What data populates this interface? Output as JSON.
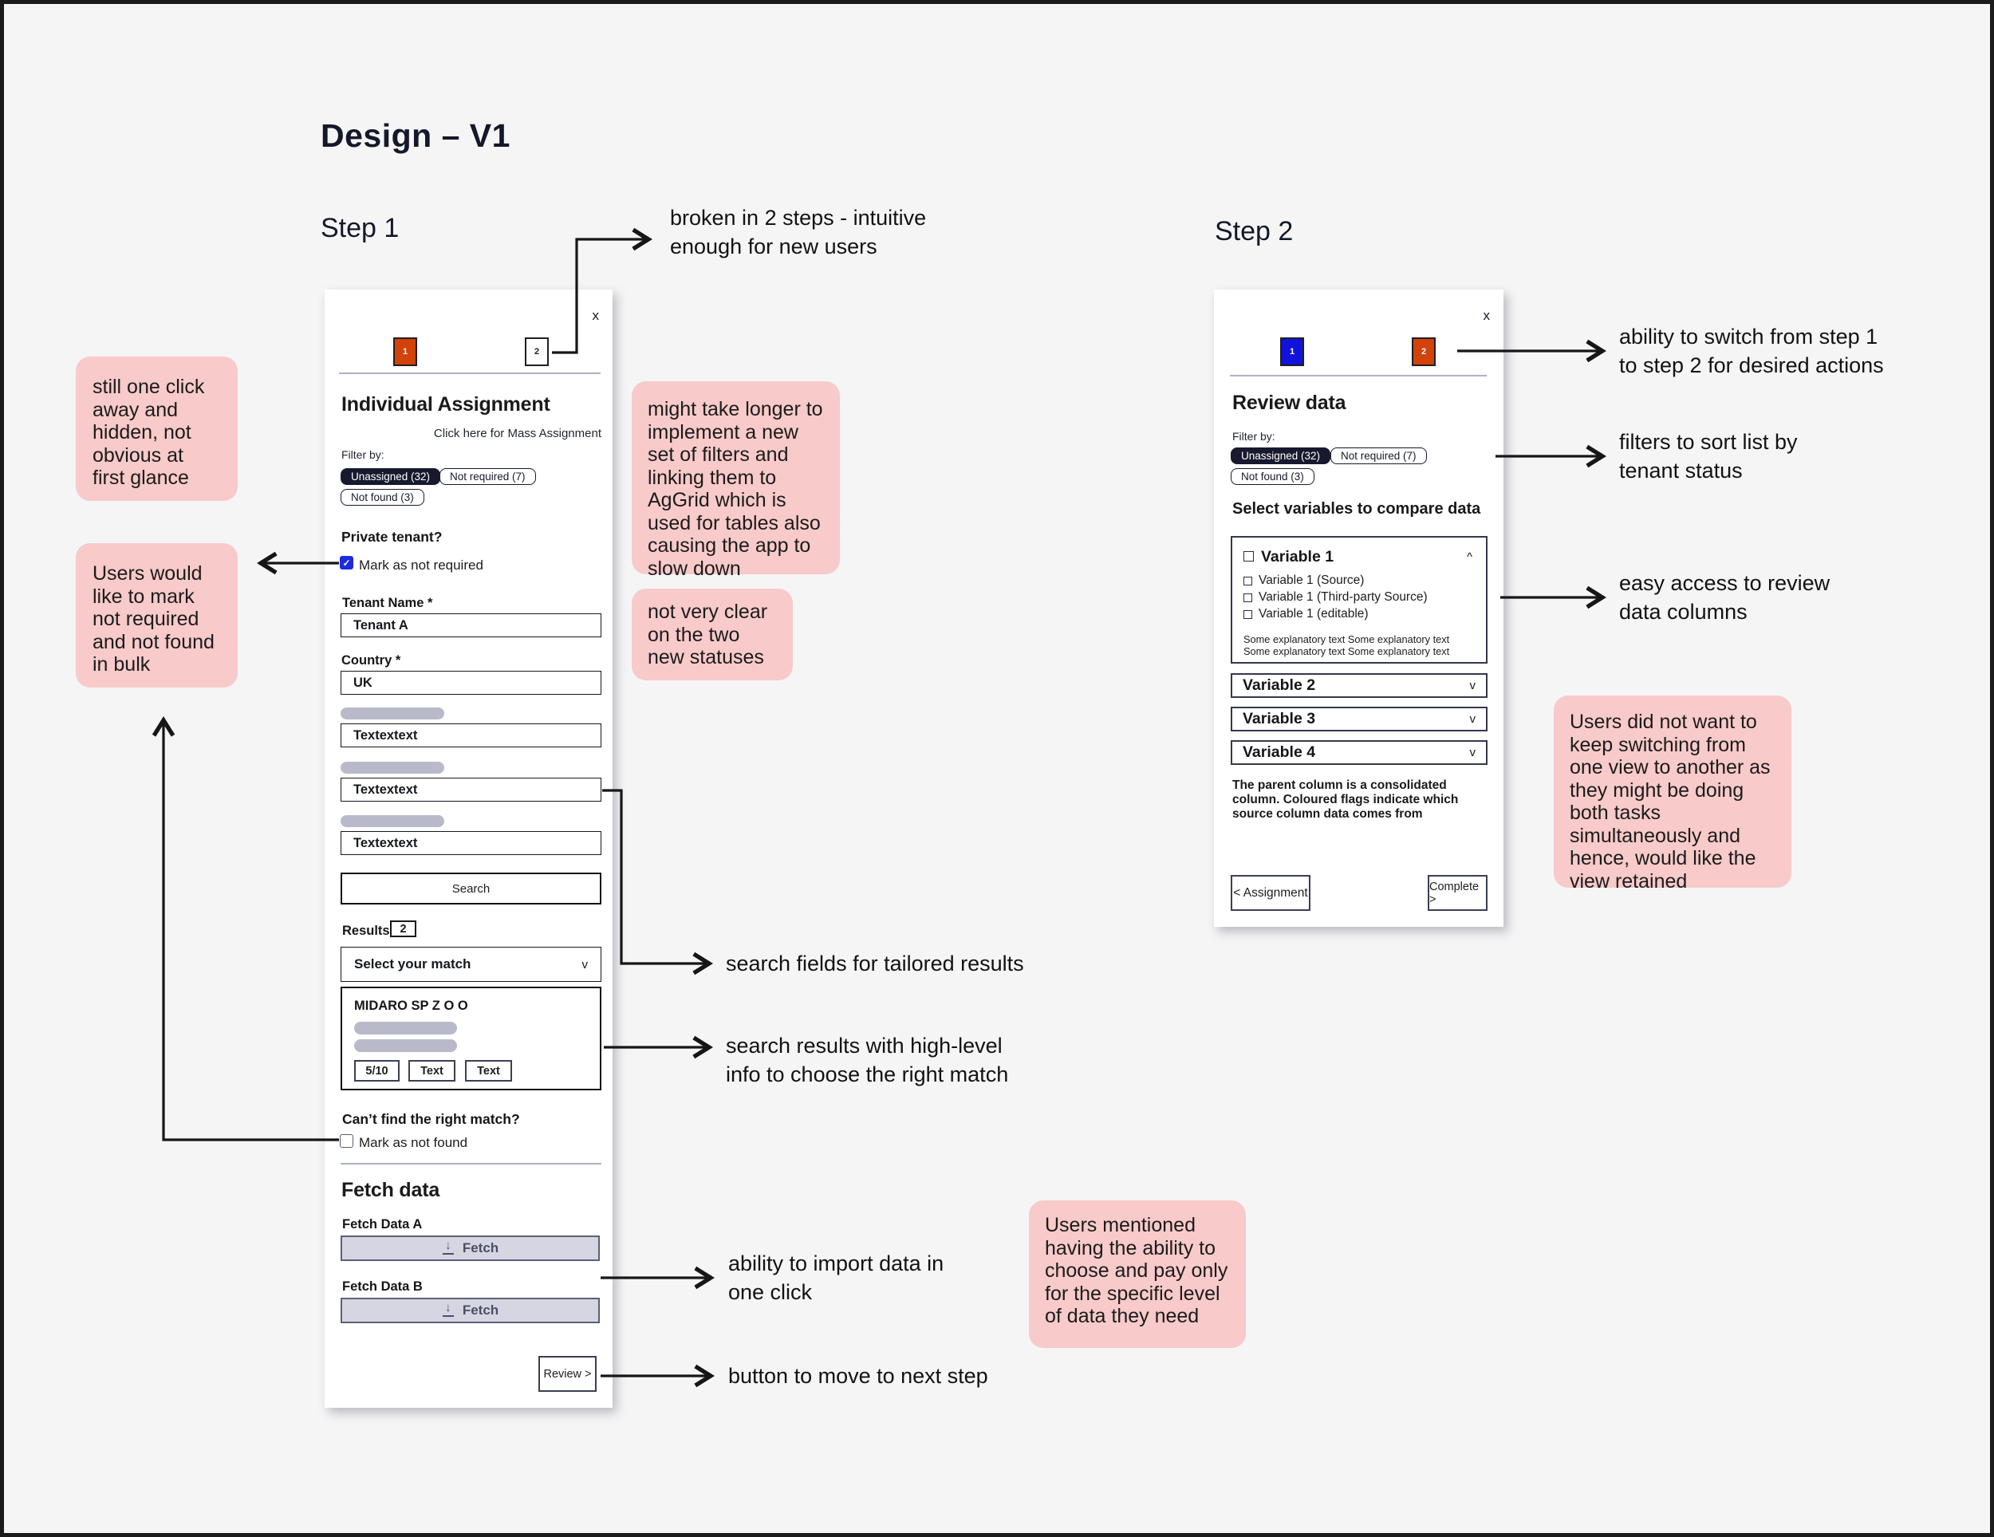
{
  "page": {
    "title": "Design – V1"
  },
  "icons": {
    "close": "x",
    "check": "✓",
    "chevron_down": "v",
    "chevron_up": "^",
    "download_arrow": "↓"
  },
  "colors": {
    "accent_orange": "#d2420b",
    "accent_blue": "#1212dd",
    "checkbox_blue": "#1d2be0",
    "chip_dark": "#171a2e",
    "note_pink": "#f8caca",
    "skeleton": "#b9bac9"
  },
  "step1": {
    "label": "Step 1",
    "panel": {
      "steps": [
        "1",
        "2"
      ],
      "title": "Individual Assignment",
      "mass_link": "Click here for Mass Assignment",
      "filter_by": "Filter by:",
      "filters": [
        "Unassigned (32)",
        "Not required (7)",
        "Not found (3)"
      ],
      "private_tenant_label": "Private tenant?",
      "mark_not_required": "Mark as not required",
      "tenant_name_label": "Tenant Name *",
      "tenant_name_value": "Tenant A",
      "country_label": "Country *",
      "country_value": "UK",
      "extra_fields": [
        "Textextext",
        "Textextext",
        "Textextext"
      ],
      "search_button": "Search",
      "results_label": "Results",
      "results_count": "2",
      "select_match": "Select your match",
      "result_card": {
        "name": "MIDARO SP Z O O",
        "badges": [
          "5/10",
          "Text",
          "Text"
        ]
      },
      "cant_find_label": "Can’t find the right match?",
      "mark_not_found": "Mark as not found",
      "fetch_heading": "Fetch data",
      "fetch_a_label": "Fetch Data A",
      "fetch_b_label": "Fetch Data B",
      "fetch_button": "Fetch",
      "review_button": "Review >"
    }
  },
  "step2": {
    "label": "Step 2",
    "panel": {
      "steps": [
        "1",
        "2"
      ],
      "title": "Review data",
      "filter_by": "Filter by:",
      "filters": [
        "Unassigned (32)",
        "Not required (7)",
        "Not found (3)"
      ],
      "select_heading": "Select variables to compare data",
      "variable1": {
        "label": "Variable 1",
        "options": [
          "Variable 1 (Source)",
          "Variable 1 (Third-party Source)",
          "Variable 1 (editable)"
        ],
        "explanatory": "Some explanatory text Some explanatory text Some explanatory text Some explanatory text"
      },
      "collapsed": [
        {
          "label": "Variable 2"
        },
        {
          "label": "Variable 3"
        },
        {
          "label": "Variable 4"
        }
      ],
      "footnote": "The parent column is a consolidated column. Coloured flags indicate which source column data comes from",
      "back_button": "< Assignment",
      "complete_button": "Complete >"
    }
  },
  "notes": {
    "still_one_click": "still one click away and hidden, not obvious at first glance",
    "mark_bulk": "Users would like to mark not required and not found in bulk",
    "aggrid": "might take longer to implement a new set of filters and linking them to AgGrid which is used for tables also causing the app to slow down",
    "statuses": "not very clear on the two new statuses",
    "pay_specific": "Users mentioned having the ability to choose and pay only for the specific level of data they need",
    "view_retained": "Users did not want to keep switching from one view to another as they might be doing both tasks simultaneously and hence, would like the view retained"
  },
  "callouts": {
    "two_steps": "broken in 2 steps - intuitive enough for new users",
    "search_fields": "search fields for tailored results",
    "search_results": "search results with high-level info to choose the right match",
    "import_one_click": "ability to import data in one click",
    "next_step": "button to move to next step",
    "switch_steps": "ability to switch from step 1 to step 2 for desired actions",
    "filters_sort": "filters to sort list by tenant status",
    "easy_access": "easy access to review data columns"
  }
}
